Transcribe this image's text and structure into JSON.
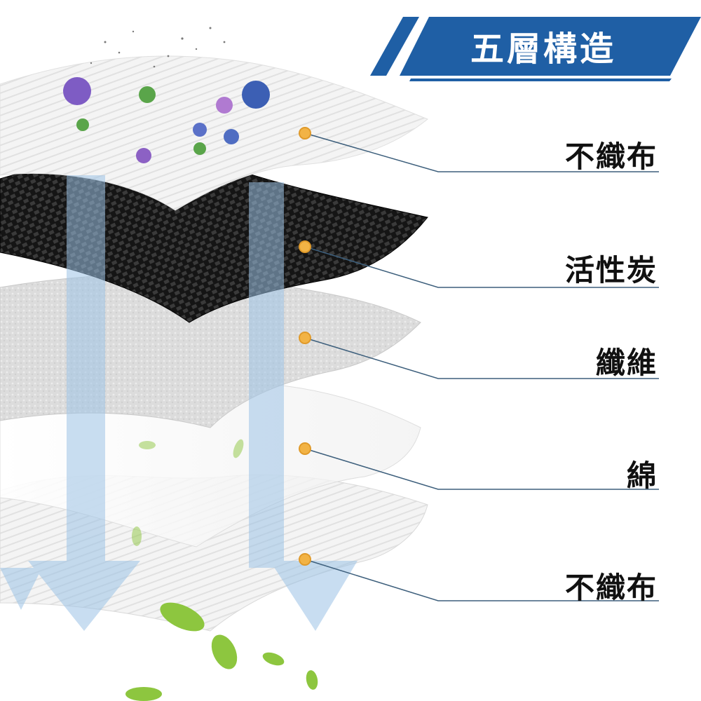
{
  "header": {
    "title": "五層構造",
    "banner_color": "#1f5fa5"
  },
  "layers": [
    {
      "label": "不織布",
      "material": "non-woven fabric"
    },
    {
      "label": "活性炭",
      "material": "activated carbon"
    },
    {
      "label": "纖維",
      "material": "fiber"
    },
    {
      "label": "綿",
      "material": "cotton"
    },
    {
      "label": "不織布",
      "material": "non-woven fabric"
    }
  ],
  "colors": {
    "marker": "#f2b345",
    "leader_line": "#3d5f7c",
    "airflow_arrow": "#9cc3e6",
    "carbon": "#1a1a1a",
    "leaf": "#8dc63f"
  },
  "icons": [
    "virus-icon",
    "dust-particle-icon",
    "airflow-arrow-icon",
    "leaf-icon"
  ]
}
